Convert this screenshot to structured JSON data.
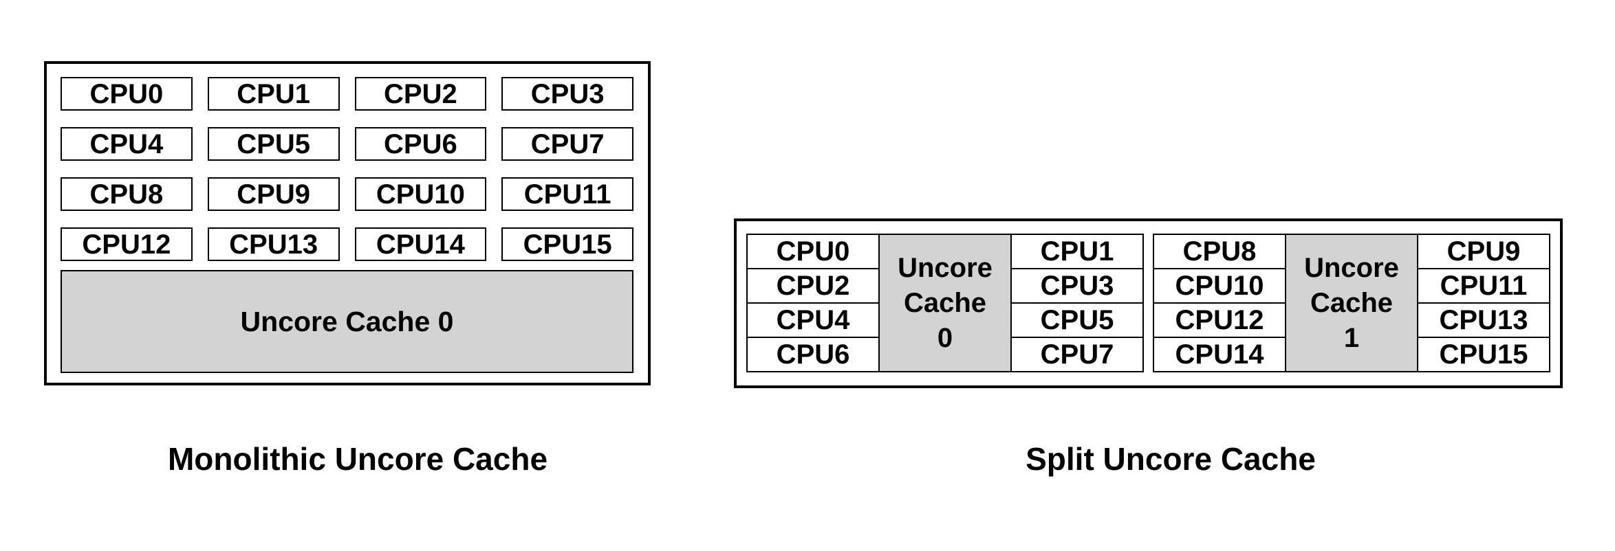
{
  "colors": {
    "border": "#000000",
    "text": "#000000",
    "cache_fill": "#d3d3d3",
    "box_fill": "#ffffff",
    "page_bg": "#ffffff"
  },
  "monolithic": {
    "caption": "Monolithic Uncore Cache",
    "cache_label": "Uncore Cache 0",
    "cpus": [
      "CPU0",
      "CPU1",
      "CPU2",
      "CPU3",
      "CPU4",
      "CPU5",
      "CPU6",
      "CPU7",
      "CPU8",
      "CPU9",
      "CPU10",
      "CPU11",
      "CPU12",
      "CPU13",
      "CPU14",
      "CPU15"
    ]
  },
  "split": {
    "caption": "Split Uncore Cache",
    "groups": [
      {
        "left_cpus": [
          "CPU0",
          "CPU2",
          "CPU4",
          "CPU6"
        ],
        "cache_lines": [
          "Uncore",
          "Cache",
          "0"
        ],
        "right_cpus": [
          "CPU1",
          "CPU3",
          "CPU5",
          "CPU7"
        ]
      },
      {
        "left_cpus": [
          "CPU8",
          "CPU10",
          "CPU12",
          "CPU14"
        ],
        "cache_lines": [
          "Uncore",
          "Cache",
          "1"
        ],
        "right_cpus": [
          "CPU9",
          "CPU11",
          "CPU13",
          "CPU15"
        ]
      }
    ]
  }
}
